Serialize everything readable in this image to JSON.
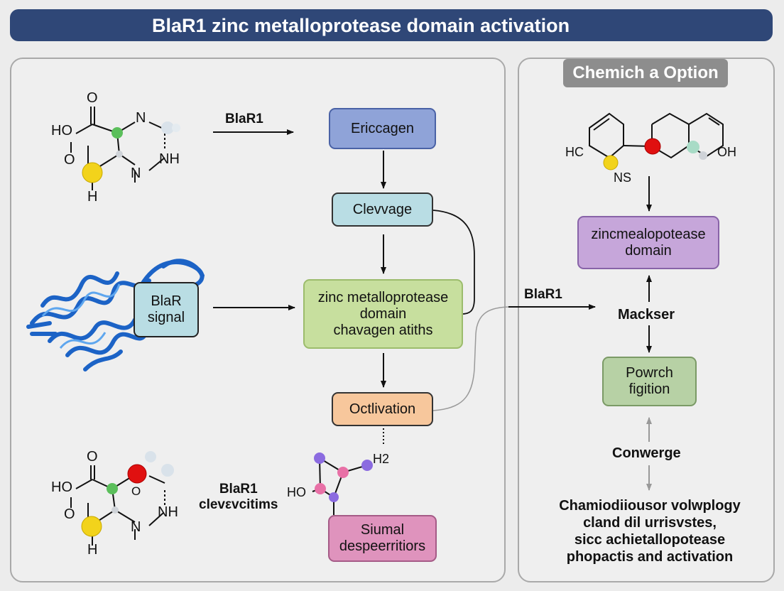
{
  "title": "BlaR1 zinc metalloprotease domain activation",
  "left_panel": {
    "mol_top": {
      "atoms": [
        "O",
        "HO",
        "O",
        "N",
        "NH",
        "N",
        "H"
      ]
    },
    "arrow_label_top": "BlaR1",
    "signal_box": "BlaR\nsignal",
    "mol_bottom": {
      "atoms": [
        "O",
        "HO",
        "O",
        "O",
        "NH",
        "N",
        "H"
      ]
    },
    "bottom_label": "BlaR1\nclevεvcitims",
    "small_mol": {
      "atoms": [
        "H2",
        "HO"
      ]
    },
    "nodes": {
      "ericcagen": "Ericcagen",
      "clevvage": "Clevvage",
      "zinc": "zinc metalloprotease\ndomain\nchavagen atiths",
      "octlivation": "Octlivation",
      "siumal": "Siumal\ndespeerritiors"
    }
  },
  "right_panel": {
    "chip": "Chemich a Option",
    "mol_right": {
      "atoms": [
        "HC",
        "NS",
        "OH"
      ]
    },
    "cross_label": "BlaR1",
    "nodes": {
      "zincme": "zincmealopotease\ndomain",
      "powrch": "Powrch\nfigition"
    },
    "mackser": "Mackser",
    "converge": "Conwerge",
    "summary": [
      "Chamiodiiousor volwplogy",
      "cland dil urrisvstes,",
      "sicc achietallopotease",
      "phopactis and activation"
    ]
  },
  "colors": {
    "title_bg": "#2f4777",
    "ericcagen": "#8fa3d8",
    "clevvage": "#b9dde4",
    "zinc": "#c7df9e",
    "octlivation": "#f7c79c",
    "siumal": "#df93bd",
    "zincme": "#c6a6da",
    "powrch": "#b7d1a5",
    "signal": "#b9dde4"
  }
}
